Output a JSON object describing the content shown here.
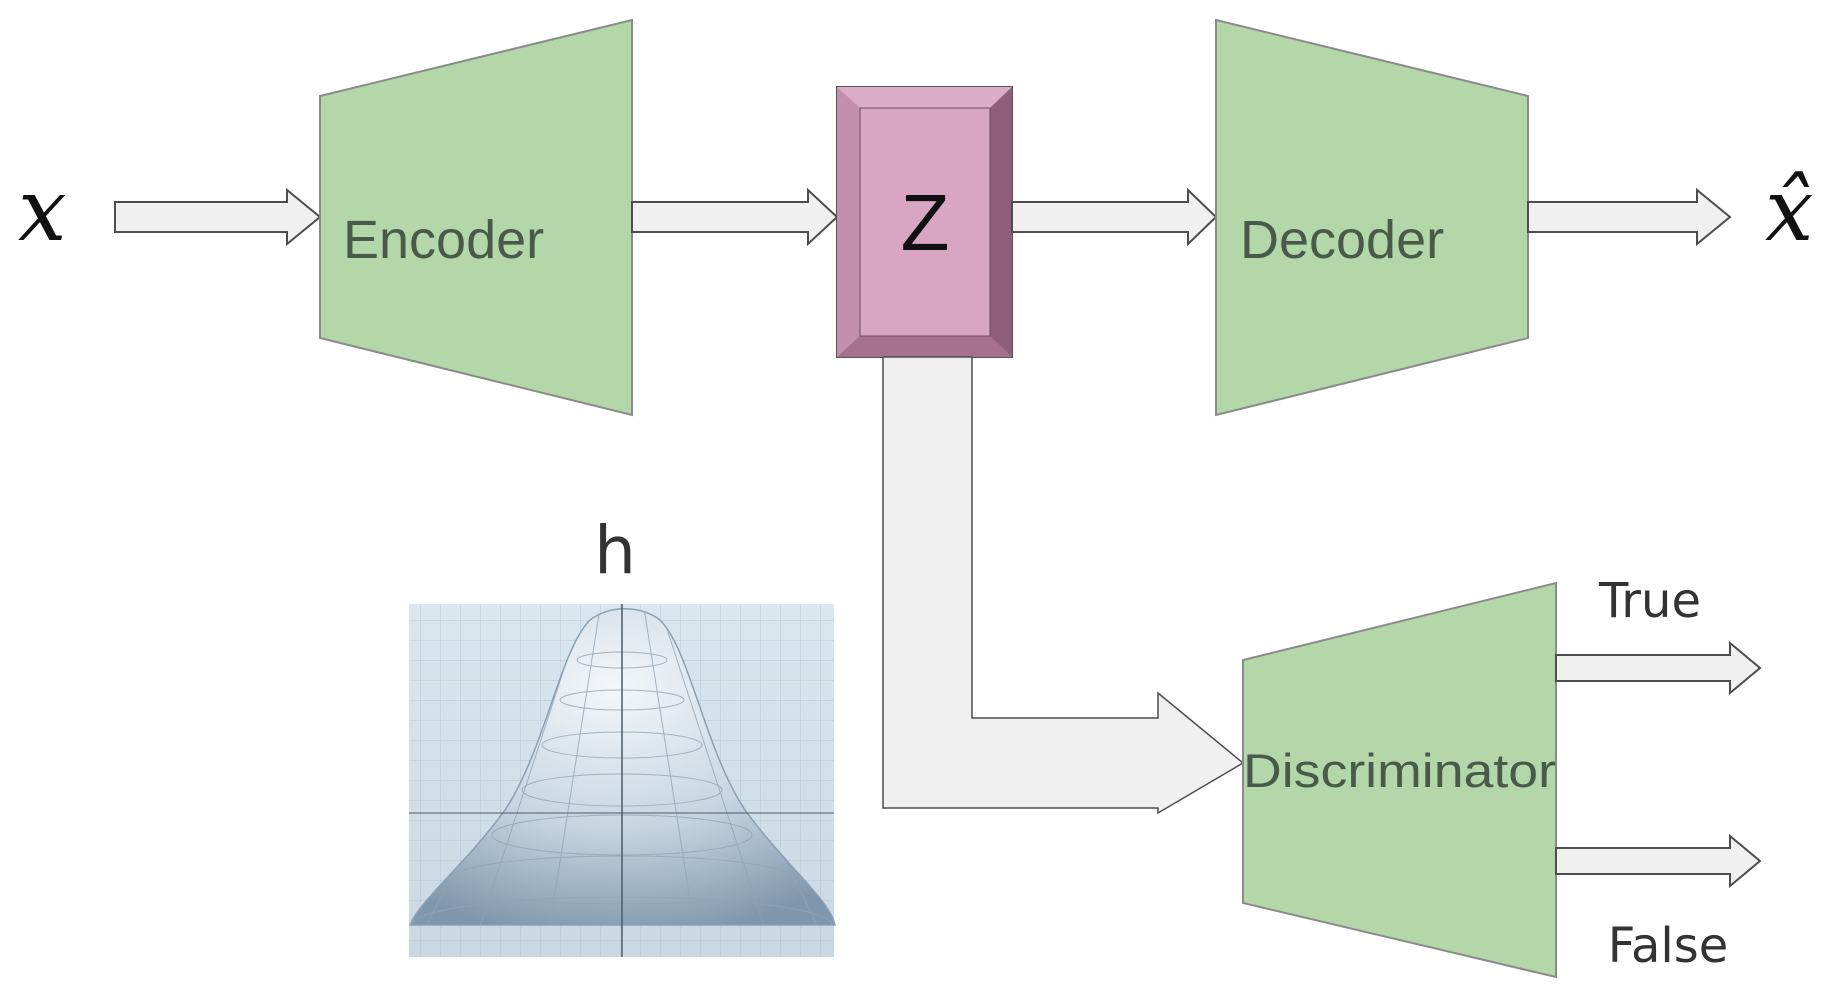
{
  "input_label": "x",
  "output_label": "x̂",
  "encoder": {
    "label": "Encoder"
  },
  "latent": {
    "label": "Z"
  },
  "decoder": {
    "label": "Decoder"
  },
  "prior": {
    "label": "h"
  },
  "discriminator": {
    "label": "Discriminator",
    "outputs": [
      "True",
      "False"
    ]
  },
  "colors": {
    "block_fill": "#b3d7a8",
    "latent_fill": "#d6a3c0",
    "arrow_fill": "#f0f0f0",
    "arrow_stroke": "#4d4d4d"
  }
}
